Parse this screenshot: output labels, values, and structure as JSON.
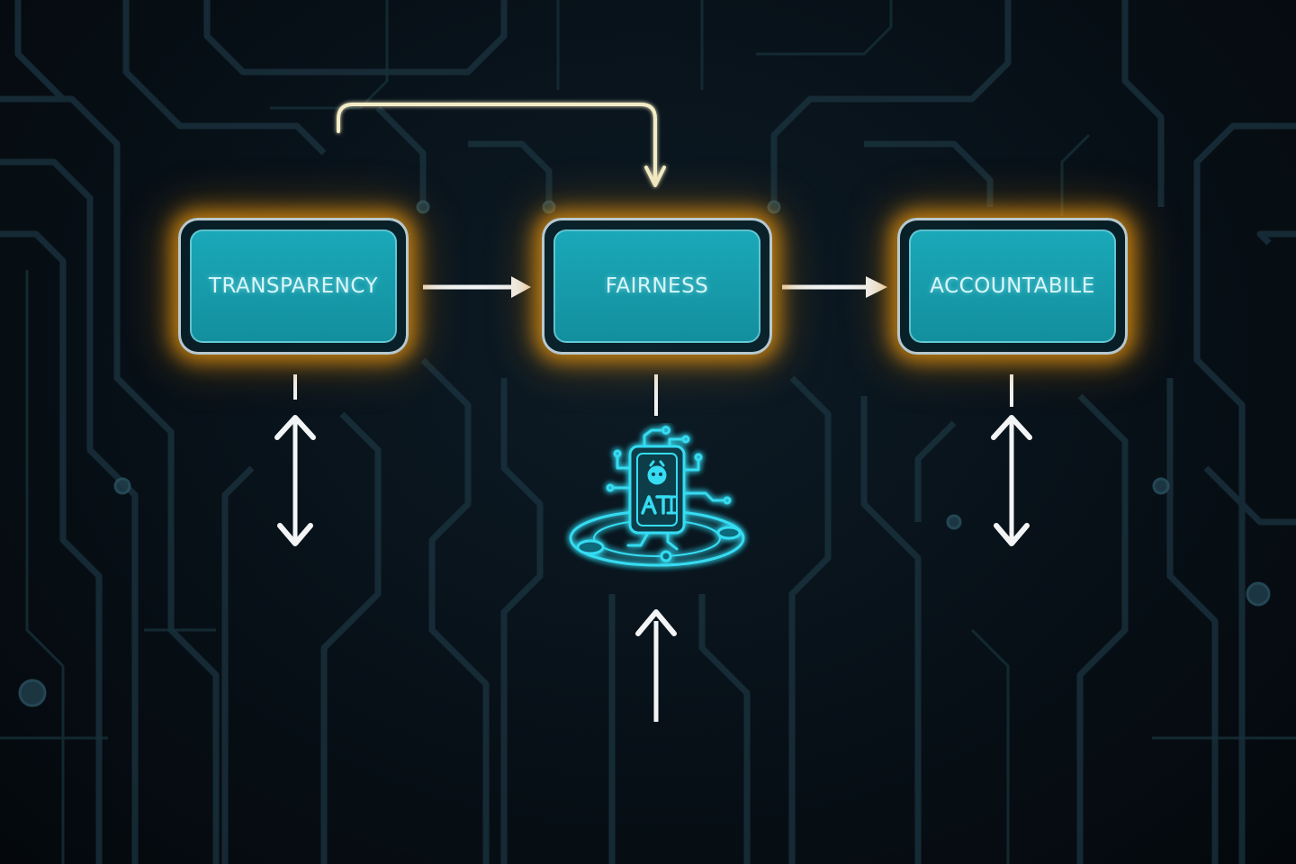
{
  "diagram": {
    "nodes": [
      {
        "id": "transparency",
        "label": "TRANSPARENCY"
      },
      {
        "id": "fairness",
        "label": "FAIRNESS"
      },
      {
        "id": "accountable",
        "label": "ACCOUNTABILE"
      }
    ],
    "core": {
      "label": "ATI",
      "icon": "ai-robot-chip-icon"
    },
    "colors": {
      "node_fill": "#1aa8b8",
      "node_glow": "#e8960f",
      "arrow": "#f2f4f5",
      "feedback_arrow": "#f3ecc6",
      "core_glow": "#2fd6f0",
      "background": "#08121a"
    }
  }
}
